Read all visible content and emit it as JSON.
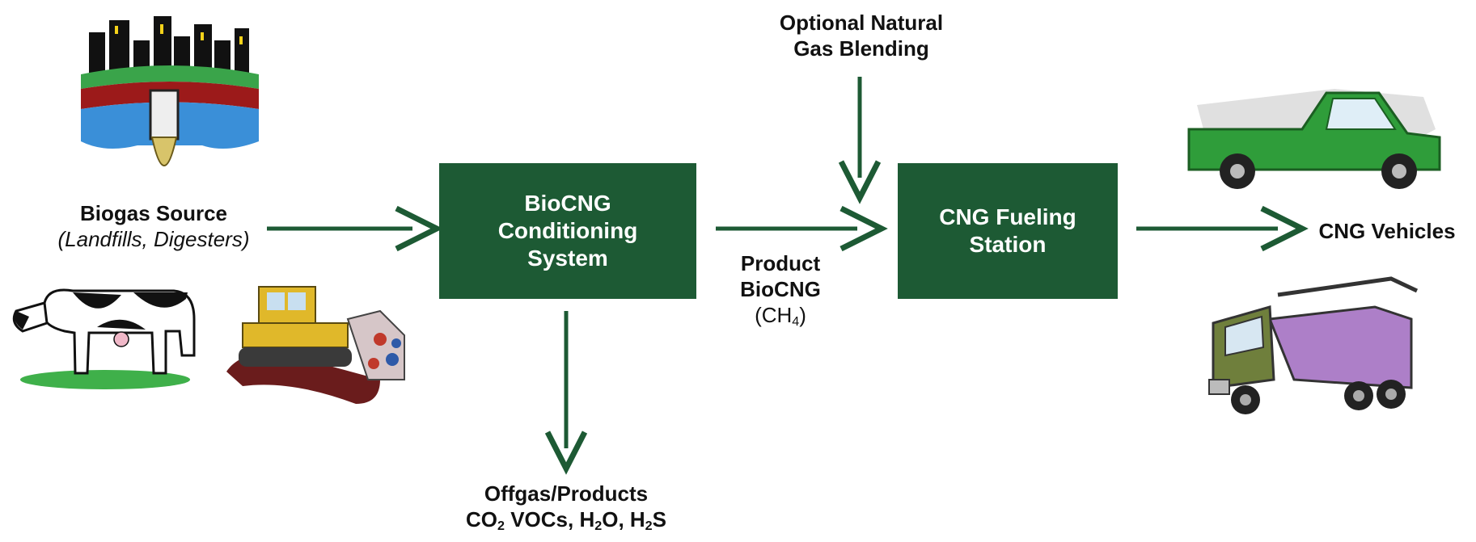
{
  "colors": {
    "box_fill": "#1d5a34",
    "arrow": "#1d5a34",
    "box_text": "#ffffff",
    "label_text": "#111111"
  },
  "source": {
    "title": "Biogas Source",
    "subtitle": "(Landfills, Digesters)",
    "icons": [
      "city-landfill-pipe-icon",
      "dairy-cow-icon",
      "bulldozer-icon"
    ]
  },
  "conditioning": {
    "line1": "BioCNG",
    "line2": "Conditioning",
    "line3": "System"
  },
  "offgas": {
    "title": "Offgas/Products",
    "co2": {
      "base": "CO",
      "sub": "2"
    },
    "vocs": " VOCs, ",
    "h2o": {
      "base": "H",
      "sub": "2",
      "rest": "O"
    },
    "sep": ", ",
    "h2s": {
      "base": "H",
      "sub": "2",
      "rest": "S"
    }
  },
  "product": {
    "line1": "Product",
    "line2": "BioCNG",
    "ch4": {
      "open": "(CH",
      "sub": "4",
      "close": ")"
    }
  },
  "blending": {
    "line1": "Optional Natural",
    "line2": "Gas Blending"
  },
  "station": {
    "line1": "CNG Fueling",
    "line2": "Station"
  },
  "vehicles": {
    "label": "CNG Vehicles",
    "icons": [
      "pickup-truck-icon",
      "dump-truck-icon"
    ]
  }
}
